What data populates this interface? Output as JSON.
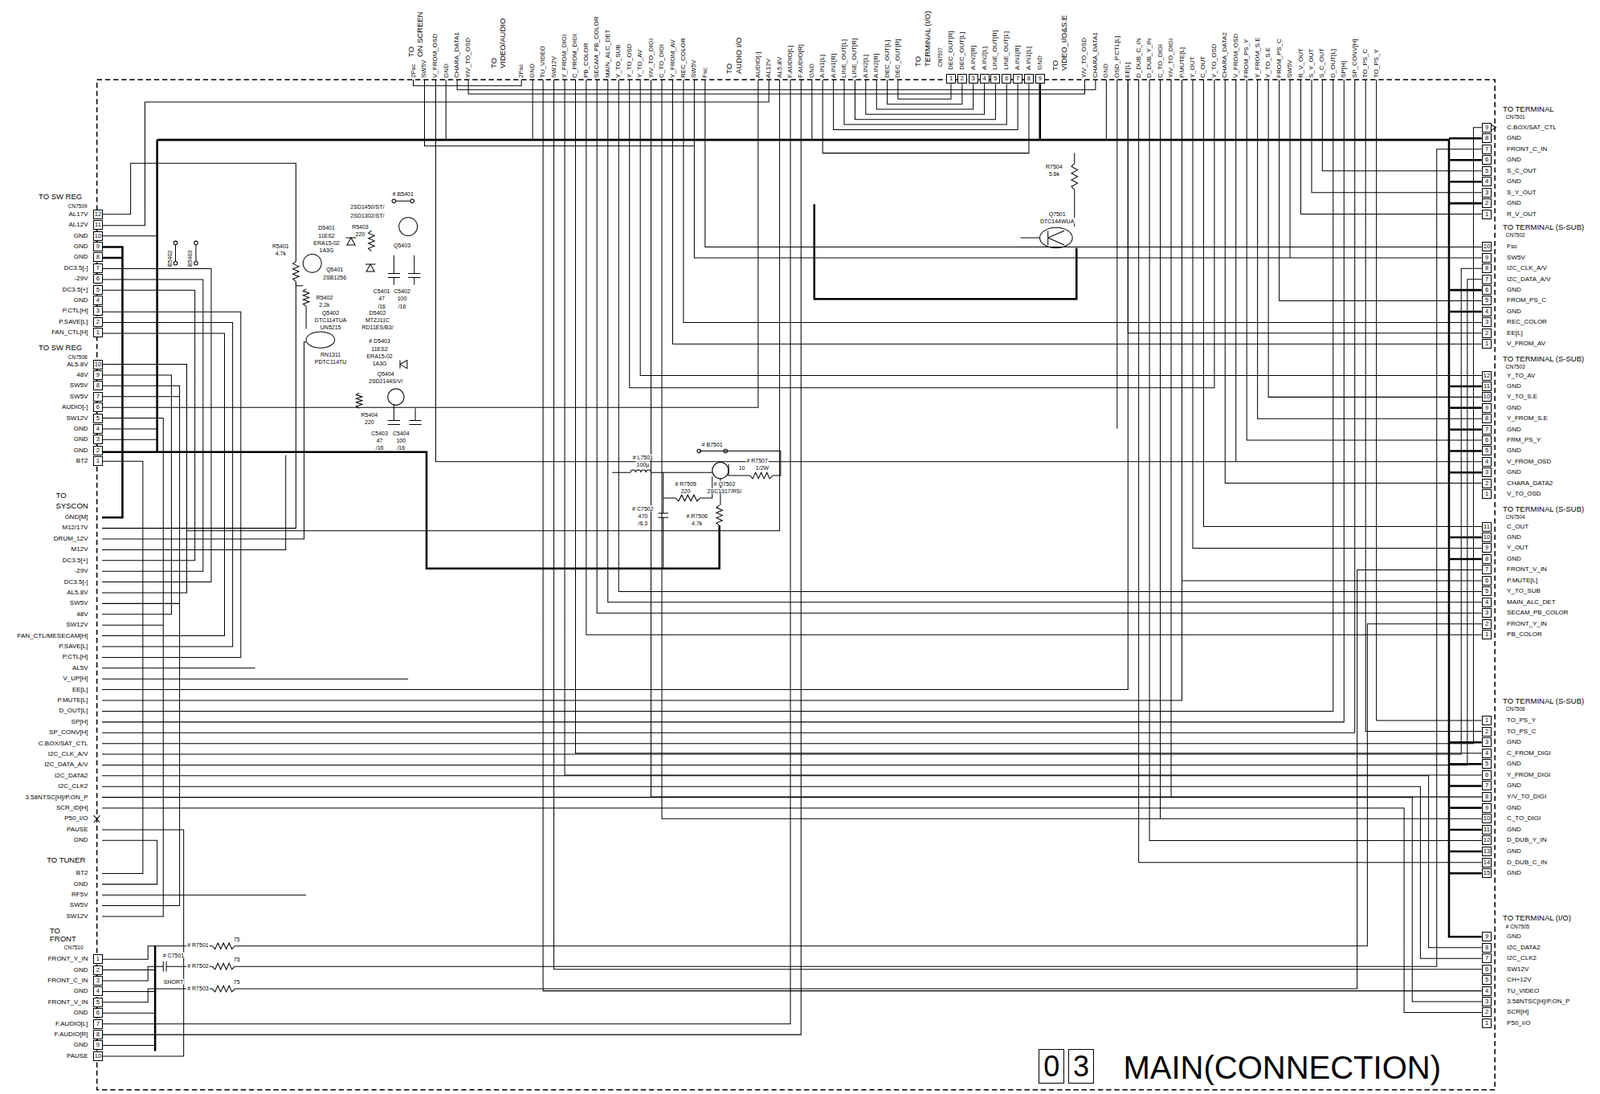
{
  "diagram": {
    "title": "MAIN(CONNECTION)",
    "nodes": [
      {
        "text": [
          "0"
        ]
      },
      {
        "text": [
          "3"
        ]
      }
    ],
    "labels": [
      "TO SW REG",
      "CN7509",
      "AL17V",
      "AL12V",
      "GND",
      "GND",
      "GND",
      "DC3.5[-]",
      "-29V",
      "DC3.5[+]",
      "GND",
      "P.CTL[H]",
      "P.SAVE[L]",
      "FAN_CTL[H]",
      "12",
      "11",
      "10",
      "9",
      "8",
      "7",
      "6",
      "5",
      "4",
      "3",
      "2",
      "1",
      "TO SW REG",
      "CN7508",
      "AL5.8V",
      "48V",
      "SW5V",
      "SW5V",
      "AUDIO[-]",
      "SW12V",
      "GND",
      "GND",
      "GND",
      "BT2",
      "10",
      "9",
      "8",
      "7",
      "6",
      "5",
      "4",
      "3",
      "2",
      "1",
      "TO",
      "SYSCON",
      "GND[M]",
      "M12/17V",
      "DRUM_12V",
      "M12V",
      "DC3.5[+]",
      "-29V",
      "DC3.5[-]",
      "AL5.8V",
      "SW5V",
      "48V",
      "SW12V",
      "FAN_CTL/MESECAM[H]",
      "P.SAVE[L]",
      "P.CTL[H]",
      "AL5V",
      "V_UP[H]",
      "EE[L]",
      "P.MUTE[L]",
      "D_OUT[L]",
      "SP[H]",
      "SP_CONV[H]",
      "C.BOX/SAT_CTL",
      "I2C_CLK_A/V",
      "I2C_DATA_A/V",
      "I2C_DATA2",
      "I2C_CLK2",
      "3.58NTSC[H]/P.ON_P",
      "SCR_ID[H]",
      "P50_I/O",
      "PAUSE",
      "GND",
      "TO TUNER",
      "BT2",
      "GND",
      "RF5V",
      "SW5V",
      "SW12V",
      "TO",
      "FRONT",
      "CN7510",
      "FRONT_Y_IN",
      "GND",
      "FRONT_C_IN",
      "GND",
      "FRONT_V_IN",
      "GND",
      "F.AUDIO[L]",
      "F.AUDIO[R]",
      "GND",
      "PAUSE",
      "1",
      "2",
      "3",
      "4",
      "5",
      "6",
      "7",
      "8",
      "9",
      "10",
      "TO",
      "ON SCREEN",
      "2Fsc",
      "SW5V",
      "V_FROM_OSD",
      "GND",
      "CHARA_DATA1",
      "Y/V_TO_OSD",
      "TO",
      "VIDEO/AUDIO",
      "2Fsc",
      "GND",
      "TU_VIDEO",
      "SW12V",
      "Y_FROM_DIGI",
      "C_FROM_DIGI",
      "PB_COLOR",
      "SECAM_PB_COLOR",
      "MAIN_ALC_DET",
      "Y_TO_SUB",
      "Y_TO_OSD",
      "Y_TO_AV",
      "Y/V_TO_DIGI",
      "C_TO_DIGI",
      "Y_FROM_AV",
      "REC_COLOR",
      "SW5V",
      "Fsc",
      "TO",
      "AUDIO I/O",
      "AUDIO[-]",
      "AL12V",
      "AL5.8V",
      "F.AUDIO[L]",
      "F.AUDIO[R]",
      "GND",
      "A.IN1[L]",
      "A.IN1[R]",
      "LINE_OUT[L]",
      "LINE_OUT[R]",
      "A.IN2[L]",
      "A.IN2[R]",
      "DEC_OUT[L]",
      "DEC_OUT[R]",
      "TO",
      "TERMINAL (I/O)",
      "CN7507",
      "DEC_OUT[R]",
      "DEC_OUT[L]",
      "A.IN2[R]",
      "A.IN2[L]",
      "LINE_OUT[R]",
      "LINE_OUT[L]",
      "A.IN1[R]",
      "A.IN1[L]",
      "GND",
      "1",
      "2",
      "3",
      "4",
      "5",
      "6",
      "7",
      "8",
      "9",
      "TO",
      "VIDEO_I/O&S.E",
      "Y/V_TO_OSD",
      "CHARA_DATA1",
      "GND",
      "OSD_P.CTL[L]",
      "EE[L]",
      "D_DUB_C_IN",
      "D_DUB_Y_IN",
      "C_TO_DIGI",
      "Y/V_TO_DIGI",
      "P.MUTE[L]",
      "Y_OUT",
      "C_OUT",
      "Y_TO_OSD",
      "CHARA_DATA2",
      "V_FROM_OSD",
      "FROM_PS_Y",
      "Y_FROM_S.E",
      "Y_TO_S.E",
      "FROM_PS_C",
      "SW5V",
      "R_V_OUT",
      "S_Y_OUT",
      "S_C_OUT",
      "D_OUT[L]",
      "SP[H]",
      "SP_CONV[H]",
      "TO_PS_C",
      "TO_PS_Y",
      "TO TERMINAL",
      "CN7501",
      "C.BOX/SAT_CTL",
      "GND",
      "FRONT_C_IN",
      "GND",
      "S_C_OUT",
      "GND",
      "S_Y_OUT",
      "GND",
      "R_V_OUT",
      "9",
      "8",
      "7",
      "6",
      "5",
      "4",
      "3",
      "2",
      "1",
      "TO TERMINAL (S-SUB)",
      "CN7502",
      "Fsc",
      "SW5V",
      "I2C_CLK_A/V",
      "I2C_DATA_A/V",
      "GND",
      "FROM_PS_C",
      "GND",
      "REC_COLOR",
      "EE[L]",
      "V_FROM_AV",
      "10",
      "9",
      "8",
      "7",
      "6",
      "5",
      "4",
      "3",
      "2",
      "1",
      "TO TERMINAL (S-SUB)",
      "CN7503",
      "Y_TO_AV",
      "GND",
      "Y_TO_S.E",
      "GND",
      "Y_FROM_S.E",
      "GND",
      "FRM_PS_Y",
      "GND",
      "V_FROM_OSD",
      "GND",
      "CHARA_DATA2",
      "V_TO_OSD",
      "12",
      "11",
      "10",
      "9",
      "8",
      "7",
      "6",
      "5",
      "4",
      "3",
      "2",
      "1",
      "TO TERMINAL (S-SUB)",
      "CN7504",
      "C_OUT",
      "GND",
      "Y_OUT",
      "GND",
      "FRONT_V_IN",
      "P.MUTE[L]",
      "Y_TO_SUB",
      "MAIN_ALC_DET",
      "SECAM_PB_COLOR",
      "FRONT_Y_IN",
      "PB_COLOR",
      "11",
      "10",
      "9",
      "8",
      "7",
      "6",
      "5",
      "4",
      "3",
      "2",
      "1",
      "TO TERMINAL (S-SUB)",
      "CN7506",
      "TO_PS_Y",
      "TO_PS_C",
      "GND",
      "C_FROM_DIGI",
      "GND",
      "Y_FROM_DIGI",
      "GND",
      "Y/V_TO_DIGI",
      "GND",
      "C_TO_DIGI",
      "GND",
      "D_DUB_Y_IN",
      "GND",
      "D_DUB_C_IN",
      "GND",
      "1",
      "2",
      "3",
      "4",
      "5",
      "6",
      "7",
      "8",
      "9",
      "10",
      "11",
      "12",
      "13",
      "14",
      "15",
      "TO TERMINAL (I/O)",
      "# CN7505",
      "GND",
      "I2C_DATA2",
      "I2C_CLK2",
      "SW12V",
      "CH+12V",
      "TU_VIDEO",
      "3.58NTSC[H]/P.ON_P",
      "SCR[H]",
      "P50_I/O",
      "9",
      "8",
      "7",
      "6",
      "5",
      "4",
      "3",
      "2",
      "1",
      "# B5401",
      "2SD1450/ST/",
      "2SD1302/ST/",
      "D5401",
      "11ES2",
      "ERA15-02",
      "1A3G",
      "R5403",
      "220",
      "Q5403",
      "R5401",
      "4.7k",
      "Q5401",
      "2SB1256",
      "C5401",
      "47",
      "/16",
      "C5402",
      "100",
      "/16",
      "R5402",
      "2.2k",
      "Q5402",
      "DTC114TUA",
      "UN5215",
      "D5402",
      "MTZJ11C",
      "RD11ES/B3/",
      "RN1311",
      "PDTC114TU",
      "# D5403",
      "11ES2",
      "ERA15-02",
      "1A3G",
      "Q5404",
      "2SD2144S/V/",
      "R5404",
      "220",
      "C5403",
      "47",
      "/16",
      "C5404",
      "100",
      "/16",
      "B5402",
      "B5403",
      "R7504",
      "5.6k",
      "Q7501",
      "DTC144WUA",
      "# L7501",
      "100µ",
      "# B7501",
      "# R7507",
      "10",
      "1/2W",
      "# R7505",
      "220",
      "# Q7502",
      "2SC1317/RS/",
      "# C7502",
      "470",
      "/6.3",
      "# R7506",
      "4.7k",
      "# R7501",
      "75",
      "# C7501",
      "# R7502",
      "75",
      "SHORT",
      "# R7503",
      "75"
    ]
  }
}
